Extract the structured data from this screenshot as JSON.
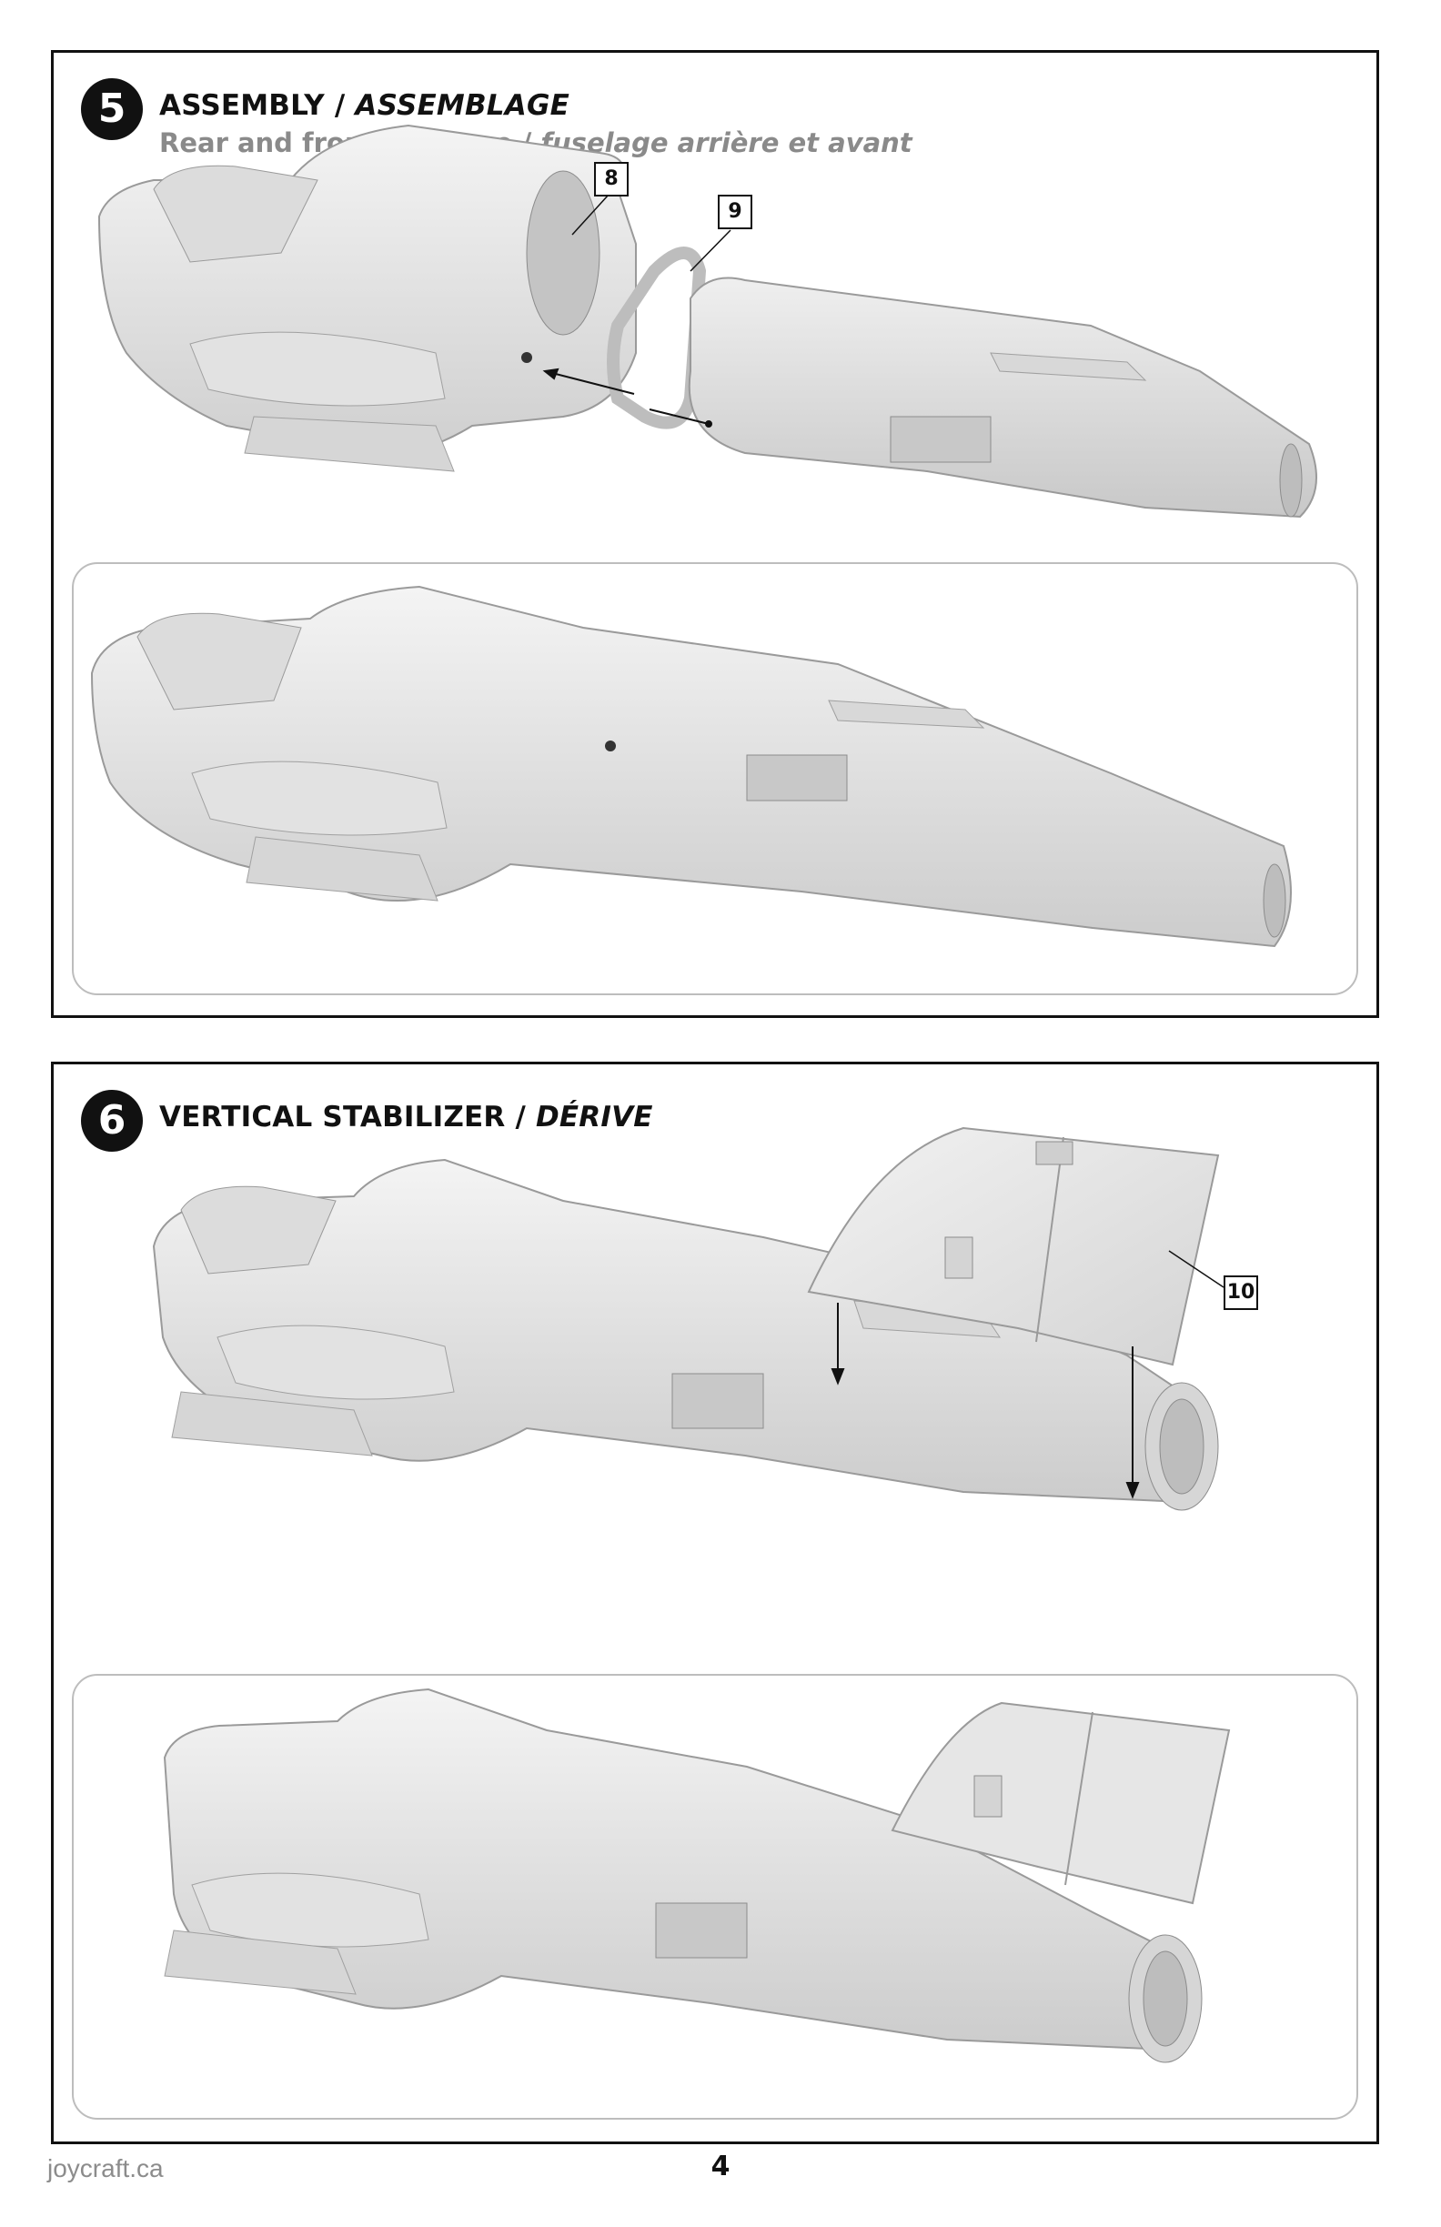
{
  "steps": [
    {
      "number": "5",
      "title_en": "ASSEMBLY /",
      "title_fr": "ASSEMBLAGE",
      "subtitle_en": "Rear and front fuselage /",
      "subtitle_fr": "fuselage arrière et avant",
      "parts": [
        "8",
        "9"
      ]
    },
    {
      "number": "6",
      "title_en": "VERTICAL STABILIZER /",
      "title_fr": "DÉRIVE",
      "parts": [
        "10"
      ]
    }
  ],
  "footer": {
    "website": "joycraft.ca",
    "page_number": "4"
  }
}
